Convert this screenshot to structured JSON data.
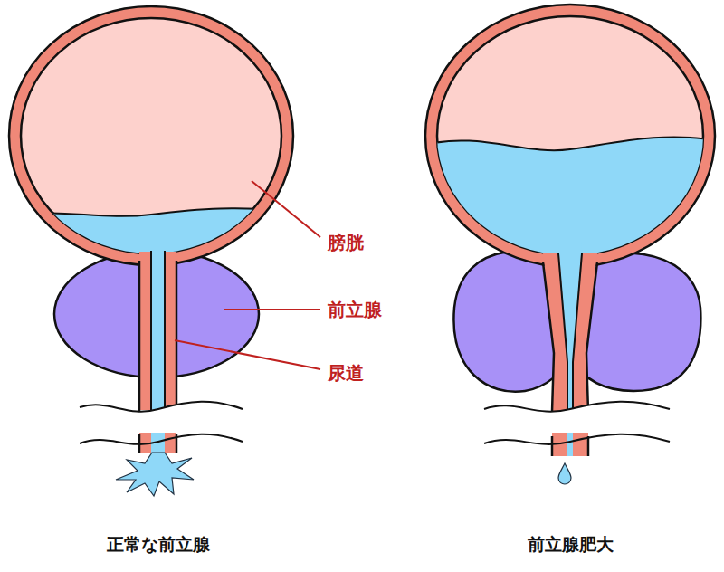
{
  "diagram": {
    "labels": [
      "膀胱",
      "前立腺",
      "尿道",
      "正常な前立腺",
      "前立腺肥大"
    ]
  }
}
